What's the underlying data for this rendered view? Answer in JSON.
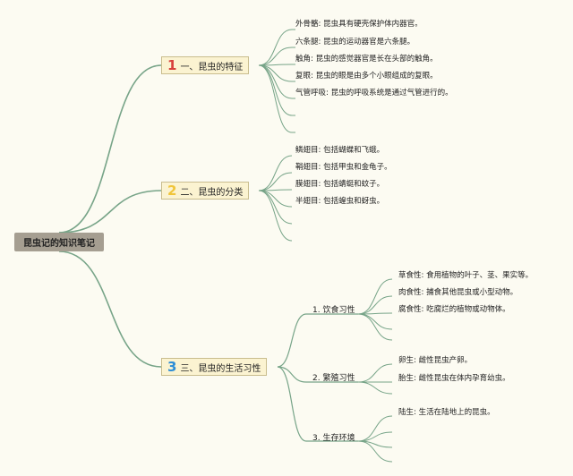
{
  "root": {
    "label": "昆虫记的知识笔记"
  },
  "colors": {
    "line": "#77a488",
    "num1": "#d8403b",
    "num2": "#f0c53a",
    "num3": "#2e8ed6"
  },
  "branches": [
    {
      "num": "1",
      "label": "一、昆虫的特征",
      "items": [
        "外骨骼: 昆虫具有硬壳保护体内器官。",
        "六条腿: 昆虫的运动器官是六条腿。",
        "触角: 昆虫的感觉器官是长在头部的触角。",
        "复眼: 昆虫的眼是由多个小眼组成的复眼。",
        "气管呼吸: 昆虫的呼吸系统是通过气管进行的。"
      ]
    },
    {
      "num": "2",
      "label": "二、昆虫的分类",
      "items": [
        "鳞翅目: 包括蝴蝶和飞蛾。",
        "鞘翅目: 包括甲虫和金龟子。",
        "膜翅目: 包括蜻蜓和蚊子。",
        "半翅目: 包括蝗虫和蚜虫。"
      ]
    },
    {
      "num": "3",
      "label": "三、昆虫的生活习性",
      "subs": [
        {
          "label": "1. 饮食习性",
          "items": [
            "草食性: 食用植物的叶子、茎、果实等。",
            "肉食性: 捕食其他昆虫或小型动物。",
            "腐食性: 吃腐烂的植物或动物体。"
          ]
        },
        {
          "label": "2. 繁殖习性",
          "items": [
            "卵生: 雌性昆虫产卵。",
            "胎生: 雌性昆虫在体内孕育幼虫。"
          ]
        },
        {
          "label": "3. 生存环境",
          "items": [
            "陆生: 生活在陆地上的昆虫。"
          ]
        }
      ]
    }
  ]
}
